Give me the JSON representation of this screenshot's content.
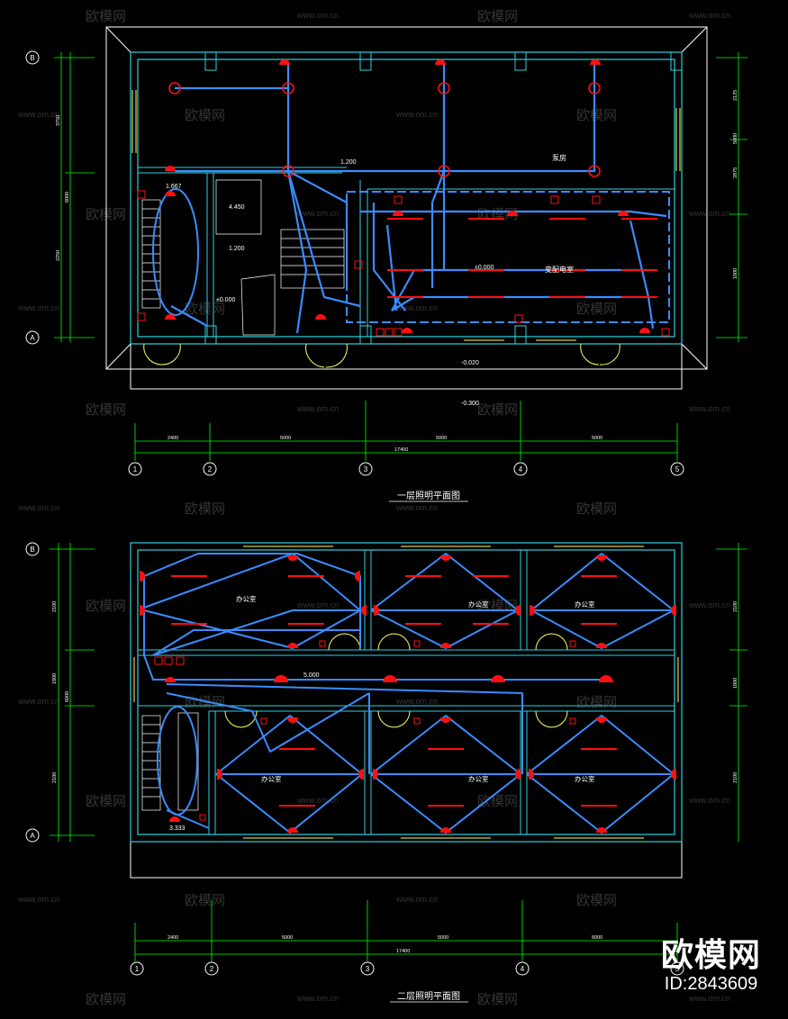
{
  "floor1": {
    "title": "一层照明平面图",
    "axis_rows": [
      "B",
      "A"
    ],
    "axis_cols": [
      "1",
      "2",
      "3",
      "4",
      "5"
    ],
    "dims_bottom": [
      "2400",
      "5000",
      "5000",
      "5000"
    ],
    "dim_total": "17400",
    "dims_left": [
      "3750",
      "2250"
    ],
    "dim_left_total": "6000",
    "dims_right": [
      "2125",
      "2875",
      "1000"
    ],
    "dim_right_total": "5000",
    "room_pump": "泵房",
    "room_substation": "变配电室",
    "levels": [
      "1.200",
      "1.667",
      "4.450",
      "1.200",
      "±0.000",
      "±0.000",
      "-0.020",
      "-0.300"
    ]
  },
  "floor2": {
    "title": "二层照明平面图",
    "axis_rows": [
      "B",
      "A"
    ],
    "axis_cols": [
      "1",
      "2",
      "3",
      "4",
      "5"
    ],
    "dims_bottom": [
      "2400",
      "5000",
      "5000",
      "5000"
    ],
    "dim_total": "17400",
    "dims_left": [
      "2100",
      "1800",
      "2100"
    ],
    "dim_left_total": "6000",
    "dims_right": [
      "2100",
      "1800"
    ],
    "office": "办公室",
    "levels": [
      "5.000",
      "3.333"
    ]
  },
  "watermark": {
    "brand": "欧模网",
    "site": "www.om.cn"
  },
  "footer": {
    "brand": "欧模网",
    "id": "ID:2843609"
  },
  "colors": {
    "wire": "#3a8cff",
    "wall": "#30d0e0",
    "fixture": "#ff1010",
    "dim": "#00ff00",
    "outline": "#ffffff",
    "yellow": "#ffff66"
  }
}
